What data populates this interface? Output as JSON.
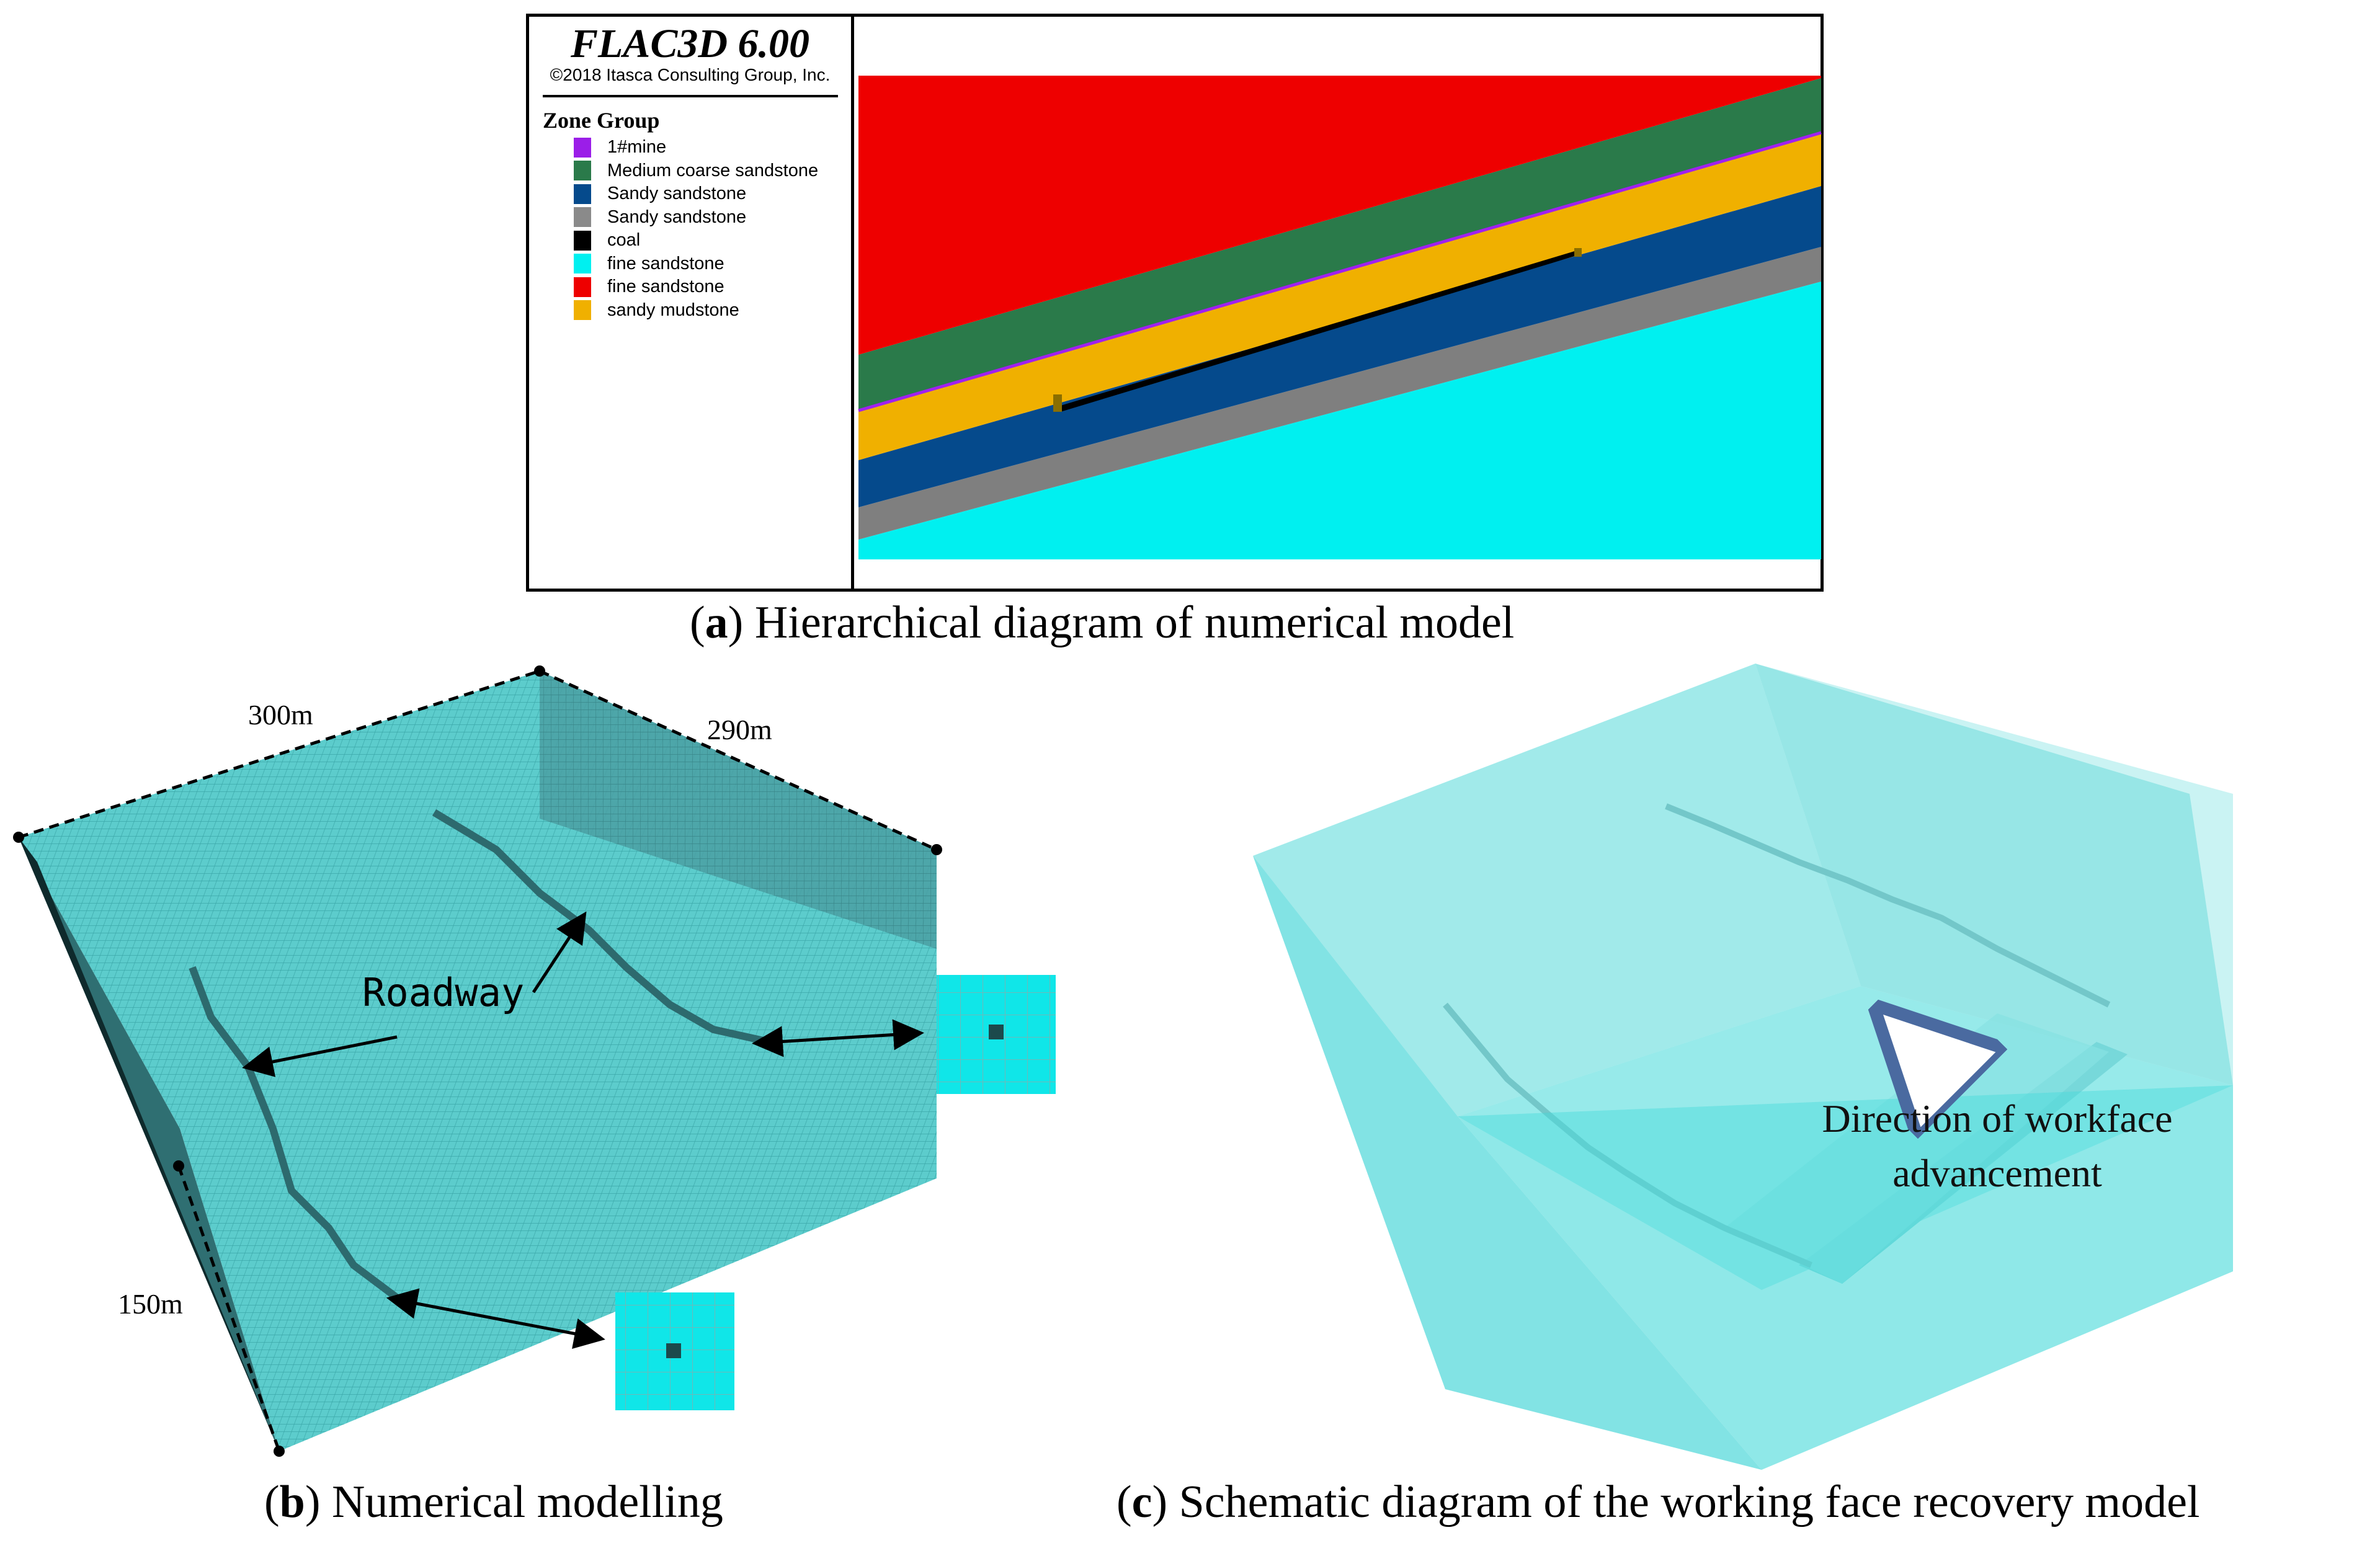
{
  "panel_a": {
    "app_title": "FLAC3D 6.00",
    "copyright": "©2018 Itasca Consulting Group, Inc.",
    "legend_title": "Zone Group",
    "legend": [
      {
        "label": "1#mine",
        "color": "#9b1ee8"
      },
      {
        "label": "Medium coarse sandstone",
        "color": "#2a7a4a"
      },
      {
        "label": "Sandy sandstone",
        "color": "#054a8c"
      },
      {
        "label": "Sandy sandstone",
        "color": "#8a8a8a"
      },
      {
        "label": "coal",
        "color": "#000000"
      },
      {
        "label": "fine sandstone",
        "color": "#00f0f0"
      },
      {
        "label": "fine sandstone",
        "color": "#ee0000"
      },
      {
        "label": "sandy mudstone",
        "color": "#f0b000"
      }
    ],
    "caption_letter": "a",
    "caption_text": " Hierarchical diagram of numerical model"
  },
  "panel_b": {
    "dim_length": "300m",
    "dim_width": "290m",
    "dim_height": "150m",
    "roadway_label": "Roadway",
    "caption_letter": "b",
    "caption_text": " Numerical modelling",
    "model_color": "#5fd0d0"
  },
  "panel_c": {
    "direction_line1": "Direction of workface",
    "direction_line2": "advancement",
    "caption_letter": "c",
    "caption_text": " Schematic diagram of the working face recovery model",
    "model_color": "#7fe4e4"
  }
}
